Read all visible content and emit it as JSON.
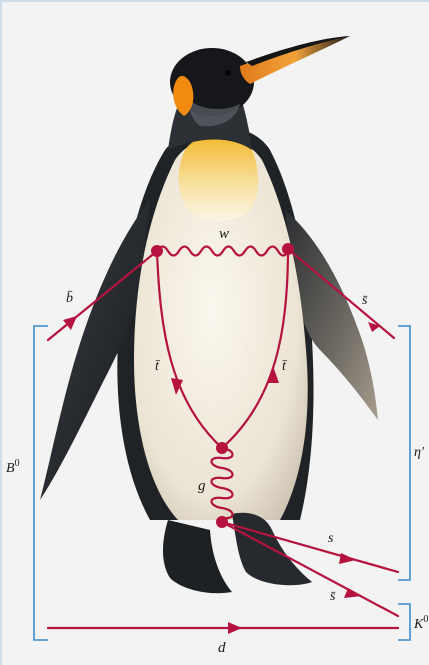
{
  "colors": {
    "quark_line": "#b5123f",
    "bracket": "#3b8bc9",
    "background": "#f3f3f3"
  },
  "labels": {
    "w": "w",
    "b_bar": "b̄",
    "s_bar_top": "s̄",
    "t_bar_left": "t̄",
    "t_bar_right": "t̄",
    "eta_prime": "η′",
    "B0": "B",
    "B0_sup": "0",
    "g": "g",
    "s": "s",
    "s_bar_bottom": "s̄",
    "d": "d",
    "K": "K",
    "K_sup": "0"
  },
  "image": {
    "subject": "penguin-photo"
  }
}
